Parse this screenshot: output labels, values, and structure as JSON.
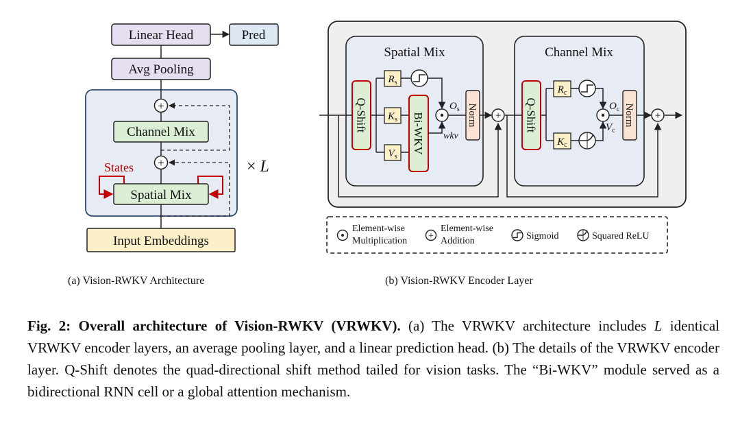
{
  "panel_a": {
    "linear_head": "Linear Head",
    "pred": "Pred",
    "avg_pooling": "Avg Pooling",
    "channel_mix": "Channel Mix",
    "states": "States",
    "spatial_mix": "Spatial Mix",
    "input_embeddings": "Input Embeddings",
    "times": "×",
    "repeat_var": "L",
    "plus_symbol": "+",
    "caption": "(a) Vision-RWKV Architecture"
  },
  "panel_b": {
    "spatial_mix_title": "Spatial Mix",
    "channel_mix_title": "Channel Mix",
    "q_shift": "Q-Shift",
    "bi_wkv": "Bi-WKV",
    "norm": "Norm",
    "r_var": "R",
    "k_var": "K",
    "v_var": "V",
    "o_var": "O",
    "s_sub": "s",
    "c_sub": "c",
    "wkv": "wkv",
    "plus_symbol": "+",
    "caption": "(b) Vision-RWKV Encoder Layer"
  },
  "legend": {
    "mult_line1": "Element-wise",
    "mult_line2": "Multiplication",
    "add_line1": "Element-wise",
    "add_line2": "Addition",
    "sigmoid": "Sigmoid",
    "relu": "Squared ReLU"
  },
  "caption": {
    "fig_label": "Fig. 2:",
    "fig_title": "Overall architecture of Vision-RWKV (VRWKV).",
    "text_1": "(a) The VRWKV architecture includes",
    "text_L": "L",
    "text_2": "identical VRWKV encoder layers, an average pooling layer, and a linear prediction head. (b) The details of the VRWKV encoder layer. Q-Shift denotes the quad-directional shift method tailed for vision tasks. The “Bi-WKV” module served as a bidirectional RNN cell or a global attention mechanism."
  },
  "colors": {
    "lavender": "#e6dff2",
    "light_blue": "#dde8f4",
    "green": "#dcefd5",
    "yellow_light": "#fcf0c9",
    "peach": "#fbe3d3",
    "panel_blue": "#e7ecf4",
    "outer_gray": "#efefef",
    "red": "#c00000"
  }
}
